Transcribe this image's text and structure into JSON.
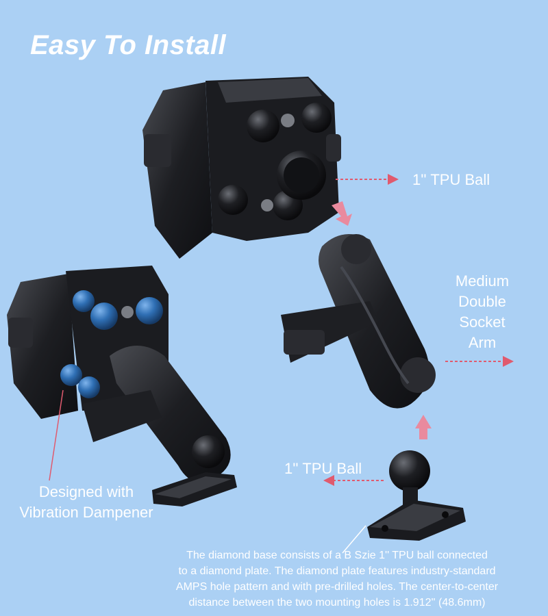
{
  "title": "Easy To Install",
  "labels": {
    "ball_top": "1'' TPU Ball",
    "ball_bottom": "1'' TPU Ball",
    "arm": [
      "Medium",
      "Double",
      "Socket",
      "Arm"
    ],
    "dampener": [
      "Designed with",
      "Vibration Dampener"
    ]
  },
  "description": [
    "The diamond base consists of a B Szie 1'' TPU ball connected",
    "to a diamond plate. The diamond plate features industry-standard",
    "AMPS hole pattern and with pre-drilled holes. The center-to-center",
    "distance between the two mounting holes is 1.912'' (48.6mm)"
  ],
  "colors": {
    "background": "#abd0f4",
    "text": "#ffffff",
    "accent_arrow": "#e05a6e",
    "dampener_blue": "#2f6fb4",
    "metal": "#1c1d20"
  }
}
